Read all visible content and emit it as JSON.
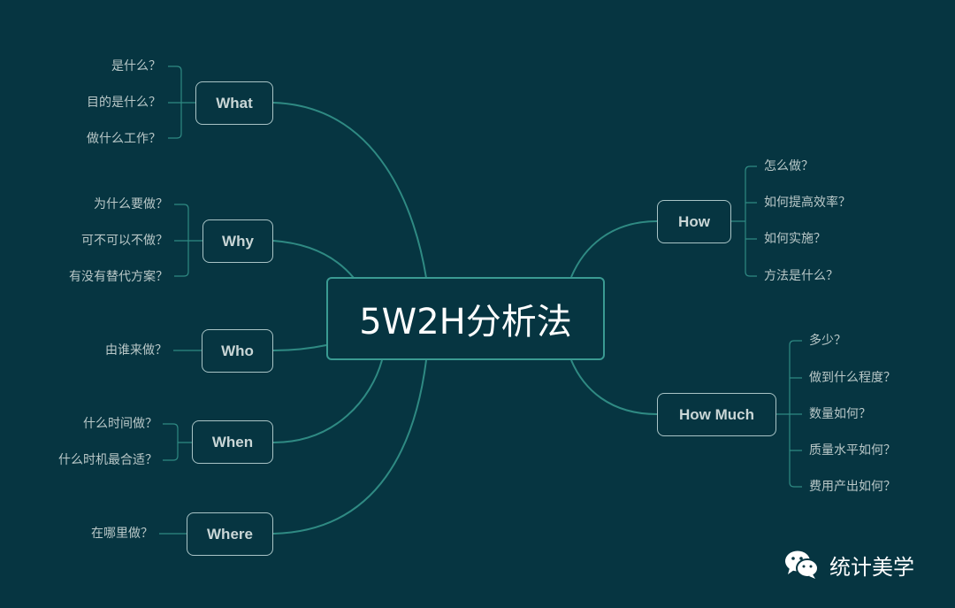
{
  "title": "5W2H分析法",
  "colors": {
    "background": "#063541",
    "branch": "#2f8a83",
    "node_border": "#a9c4c6",
    "text": "#b9c8c8"
  },
  "branches": {
    "what": {
      "label": "What",
      "items": [
        "是什么？",
        "目的是什么？",
        "做什么工作？"
      ]
    },
    "why": {
      "label": "Why",
      "items": [
        "为什么要做？",
        "可不可以不做？",
        "有没有替代方案？"
      ]
    },
    "who": {
      "label": "Who",
      "items": [
        "由谁来做？"
      ]
    },
    "when": {
      "label": "When",
      "items": [
        "什么时间做？",
        "什么时机最合适？"
      ]
    },
    "where": {
      "label": "Where",
      "items": [
        "在哪里做？"
      ]
    },
    "how": {
      "label": "How",
      "items": [
        "怎么做？",
        "如何提高效率？",
        "如何实施？",
        "方法是什么？"
      ]
    },
    "howmuch": {
      "label": "How Much",
      "items": [
        "多少？",
        "做到什么程度？",
        "数量如何？",
        "质量水平如何？",
        "费用产出如何？"
      ]
    }
  },
  "brand": {
    "icon": "wechat-icon",
    "text": "统计美学"
  }
}
